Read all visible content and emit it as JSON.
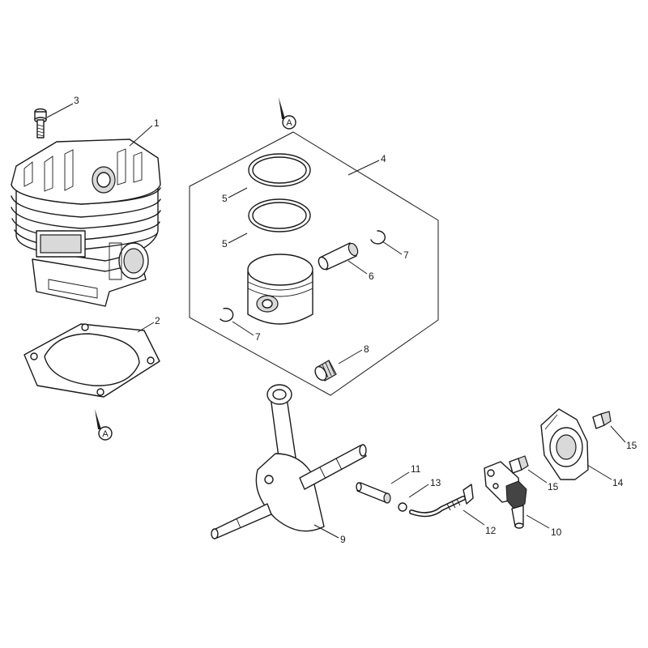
{
  "callouts": [
    "1",
    "2",
    "3",
    "4",
    "5",
    "5",
    "6",
    "7",
    "7",
    "8",
    "9",
    "10",
    "11",
    "12",
    "13",
    "14",
    "15",
    "15"
  ],
  "references": [
    "A",
    "A"
  ]
}
